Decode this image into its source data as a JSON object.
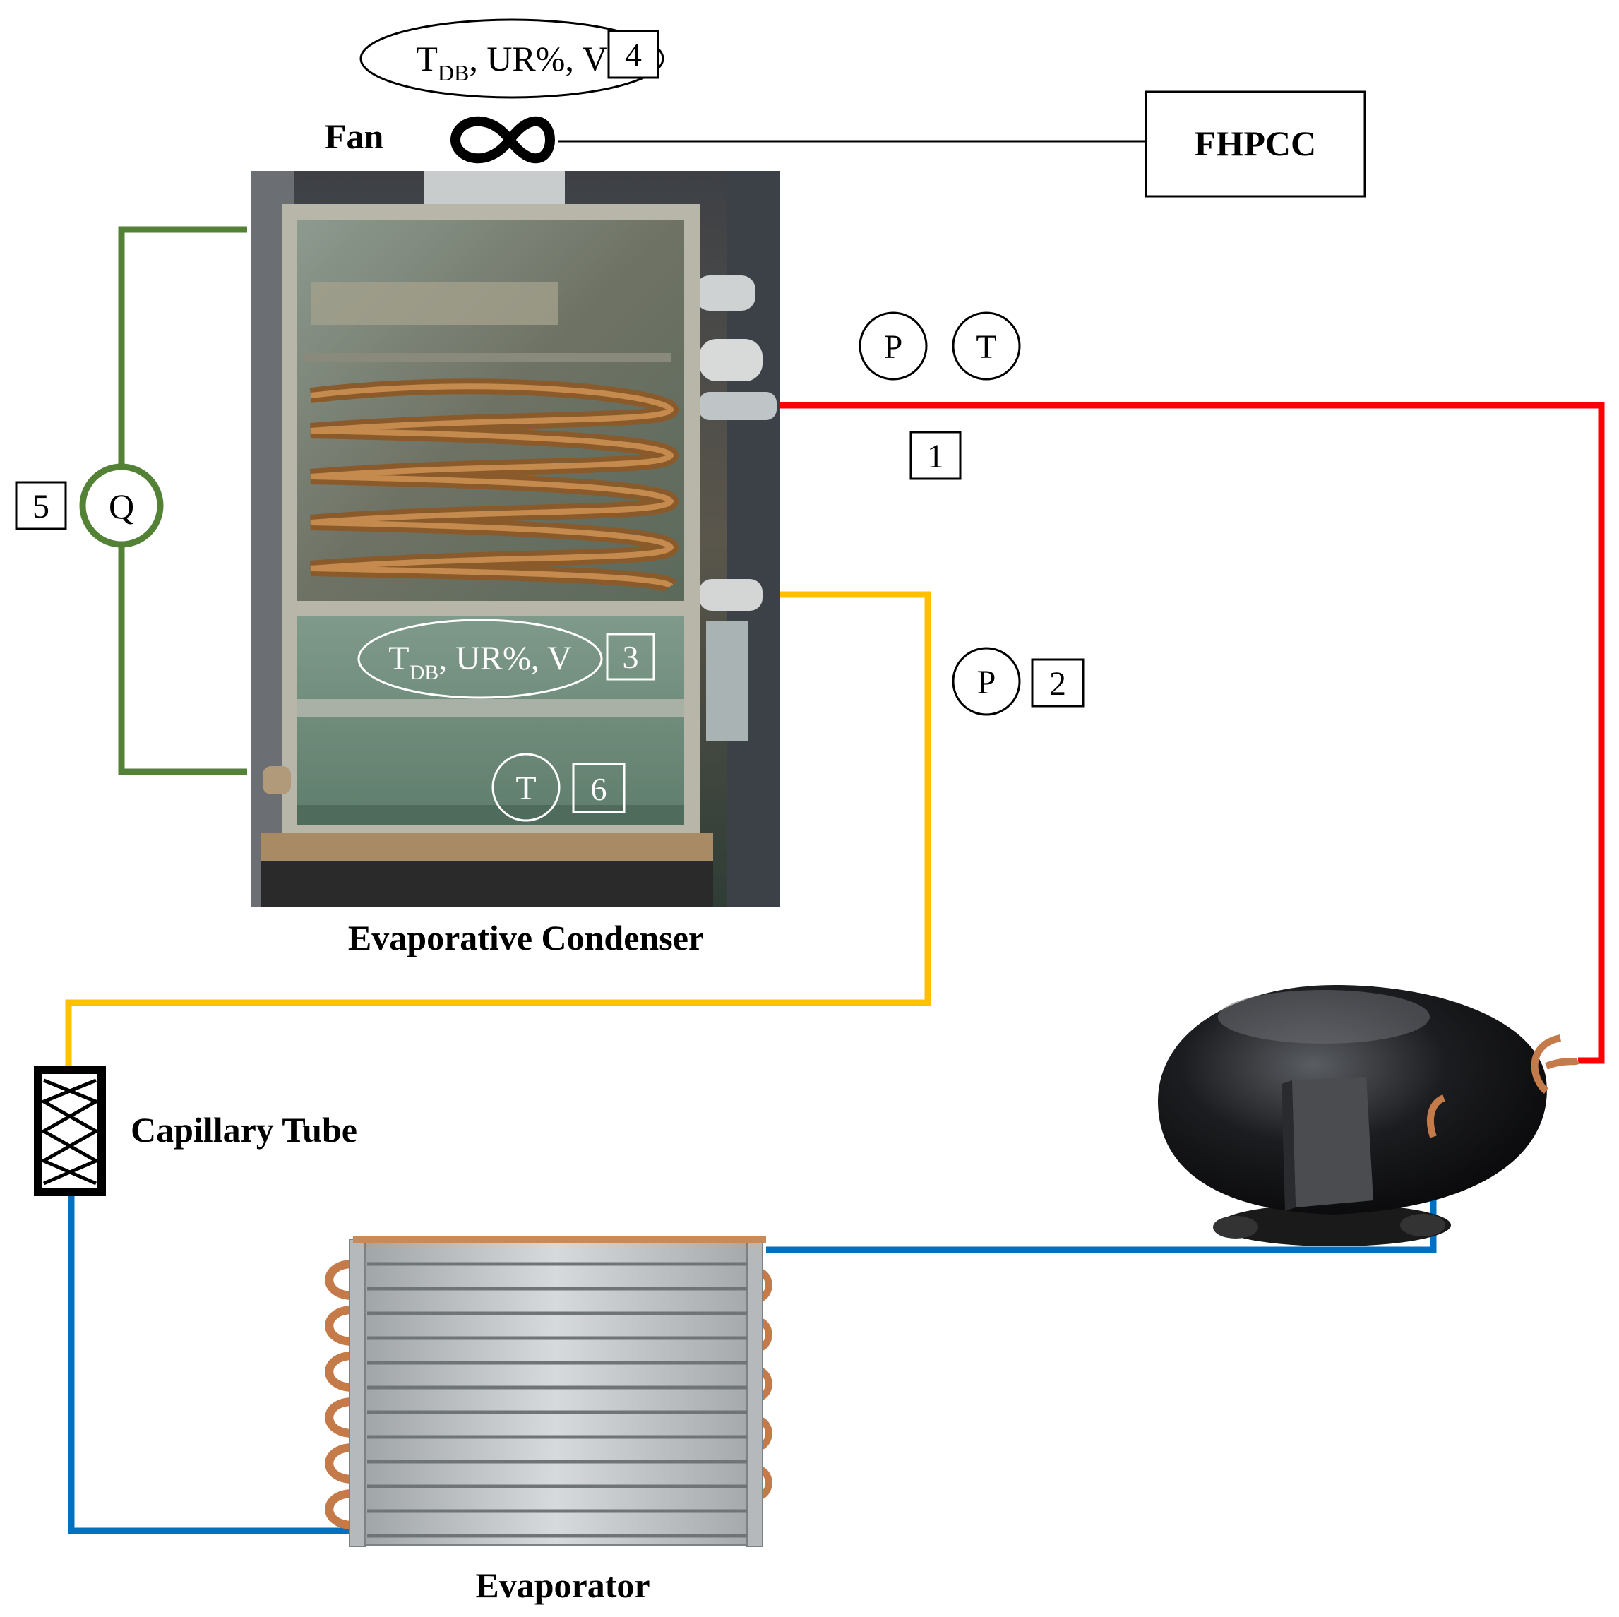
{
  "labels": {
    "fan": "Fan",
    "fhpcc": "FHPCC",
    "evaporative_condenser": "Evaporative Condenser",
    "capillary_tube": "Capillary Tube",
    "evaporator": "Evaporator"
  },
  "sensors": {
    "top_air": {
      "t": "T",
      "sub": "DB",
      "rest": ", UR%, V",
      "id": "4"
    },
    "inlet_air": {
      "t": "T",
      "sub": "DB",
      "rest": ", UR%, V",
      "id": "3"
    },
    "discharge": {
      "p": "P",
      "t": "T",
      "id": "1"
    },
    "condenser_out": {
      "p": "P",
      "id": "2"
    },
    "water_flow": {
      "q": "Q",
      "id": "5"
    },
    "water_temp": {
      "t": "T",
      "id": "6"
    }
  },
  "colors": {
    "discharge_line": "#ff0000",
    "liquid_line": "#ffc000",
    "suction_line": "#0070c0",
    "water_loop": "#538135"
  }
}
